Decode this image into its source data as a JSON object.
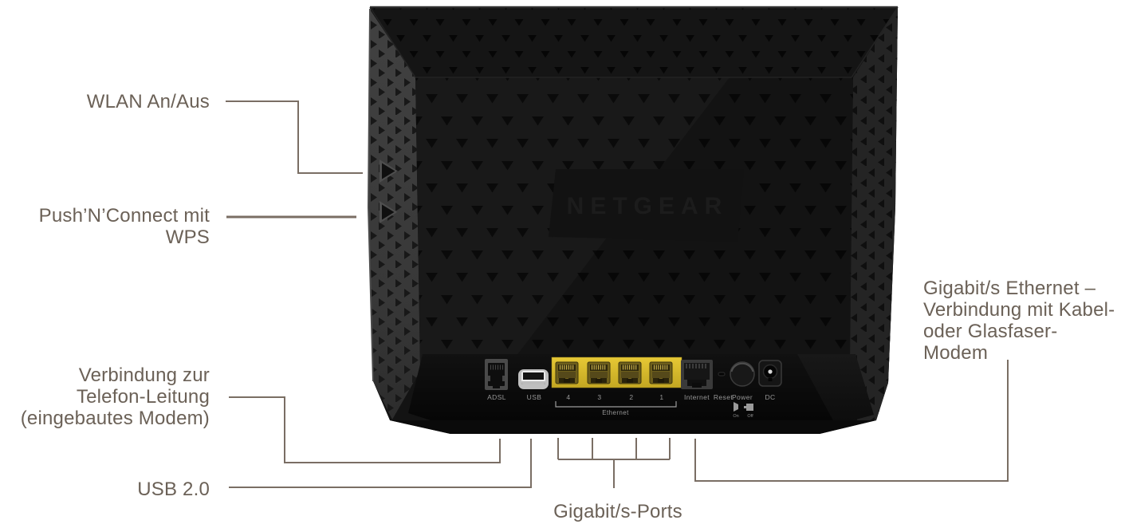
{
  "figure": {
    "description": "Rear view diagram of a wireless modem router with German annotations"
  },
  "annotations": {
    "wlan": {
      "label": "WLAN An/Aus"
    },
    "wps": {
      "label": "Push’N’Connect mit WPS"
    },
    "phone": {
      "label": "Verbindung zur\nTelefon-Leitung\n(eingebautes Modem)"
    },
    "usb": {
      "label": "USB 2.0"
    },
    "gigabit_ports": {
      "label": "Gigabit/s-Ports"
    },
    "ethernet_wan": {
      "label": "Gigabit/s Ethernet –\nVerbindung mit Kabel-\noder Glasfaser-Modem"
    }
  },
  "device": {
    "brand_logo": "NETGEAR",
    "ports": {
      "adsl": "ADSL",
      "usb": "USB",
      "ethernet_numbers": [
        "4",
        "3",
        "2",
        "1"
      ],
      "ethernet_group": "Ethernet",
      "internet": "Internet",
      "reset": "Reset",
      "power": "Power",
      "power_on": "On",
      "power_off": "Off",
      "dc": "DC"
    }
  },
  "colors": {
    "background": "#ffffff",
    "annotation_text": "#6b6157",
    "connector_line": "#7a6e64",
    "router_body": "#191919",
    "router_side_band": "#3c3c3c",
    "rear_panel": "#0b0b0b",
    "ethernet_block_yellow": "#dcbe2e",
    "port_label_text": "#969696"
  }
}
